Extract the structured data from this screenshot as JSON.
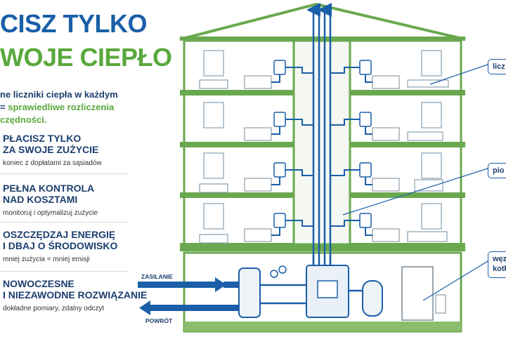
{
  "title": {
    "line1": "CISZ TYLKO",
    "line2": "WOJE CIEPŁO"
  },
  "intro": {
    "line1": "ne liczniki ciepła w każdym",
    "line2_prefix": "= ",
    "line2_highlight": "sprawiedliwe rozliczenia",
    "line3": "czędności."
  },
  "benefits": [
    {
      "heading1": "PŁACISZ TYLKO",
      "heading2": "ZA SWOJE ZUŻYCIE",
      "sub": "koniec z dopłatami za sąsiadów"
    },
    {
      "heading1": "PEŁNA KONTROLA",
      "heading2": "NAD KOSZTAMI",
      "sub": "monitoruj i optymalizuj zużycie"
    },
    {
      "heading1": "OSZCZĘDZAJ ENERGIĘ",
      "heading2": "I DBAJ O ŚRODOWISKO",
      "sub": "mniej zużycia = mniej emisji"
    },
    {
      "heading1": "NOWOCZESNE",
      "heading2": "I NIEZAWODNE ROZWIĄZANIE",
      "sub": "dokładne pomiary, zdalny odczyt"
    }
  ],
  "callouts": {
    "meter": "licz",
    "pipe": "pio",
    "node_line1": "węz",
    "node_line2": "kotł"
  },
  "pipes": {
    "supply": "ZASILANIE",
    "return": "POWRÓT"
  },
  "colors": {
    "blue": "#1a5fa8",
    "green": "#5aa83c",
    "navy": "#1b3e6e",
    "wall": "#6aa84f"
  }
}
